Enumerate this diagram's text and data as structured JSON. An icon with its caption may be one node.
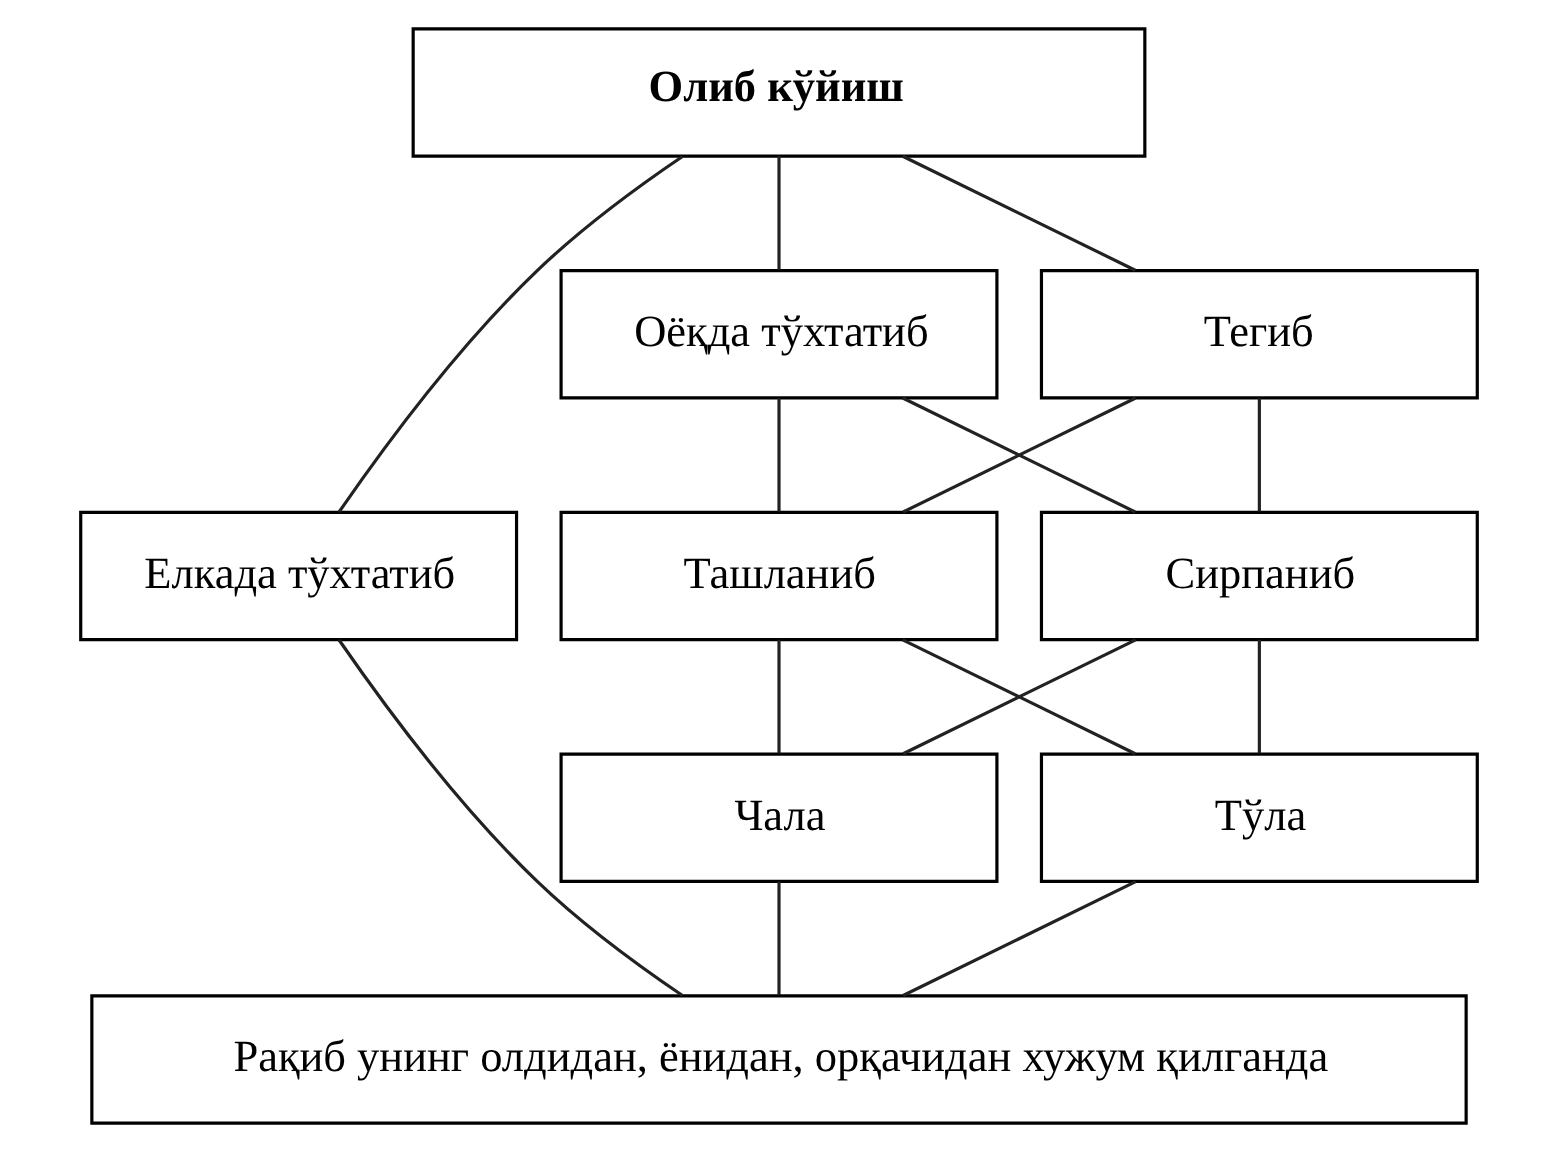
{
  "diagram": {
    "nodes": [
      {
        "text": [
          "Олиб кўйиш"
        ]
      },
      {
        "text": [
          "Тегиб"
        ]
      },
      {
        "text": [
          "Оёқда тўхтатиб"
        ]
      },
      {
        "text": [
          "Елкада тўхтатиб"
        ]
      },
      {
        "text": [
          "Ташланиб"
        ]
      },
      {
        "text": [
          "Сирпаниб"
        ]
      },
      {
        "text": [
          "Тўла"
        ]
      },
      {
        "text": [
          "Чала"
        ]
      },
      {
        "text": [
          "Рақиб унинг олдидан, ёнидан, орқачидан хужум қилганда"
        ]
      }
    ],
    "edges": [
      {
        "from": 0,
        "to": 1,
        "arrow": "none"
      },
      {
        "from": 0,
        "to": 2,
        "arrow": "none"
      },
      {
        "from": 0,
        "to": 3,
        "arrow": "none"
      },
      {
        "from": 1,
        "to": 4,
        "arrow": "none"
      },
      {
        "from": 1,
        "to": 5,
        "arrow": "none"
      },
      {
        "from": 2,
        "to": 4,
        "arrow": "none"
      },
      {
        "from": 2,
        "to": 5,
        "arrow": "none"
      },
      {
        "from": 4,
        "to": 6,
        "arrow": "none"
      },
      {
        "from": 4,
        "to": 7,
        "arrow": "none"
      },
      {
        "from": 5,
        "to": 6,
        "arrow": "none"
      },
      {
        "from": 5,
        "to": 7,
        "arrow": "none"
      },
      {
        "from": 6,
        "to": 8,
        "arrow": "none"
      },
      {
        "from": 7,
        "to": 8,
        "arrow": "none"
      },
      {
        "from": 3,
        "to": 8,
        "arrow": "none"
      }
    ]
  }
}
